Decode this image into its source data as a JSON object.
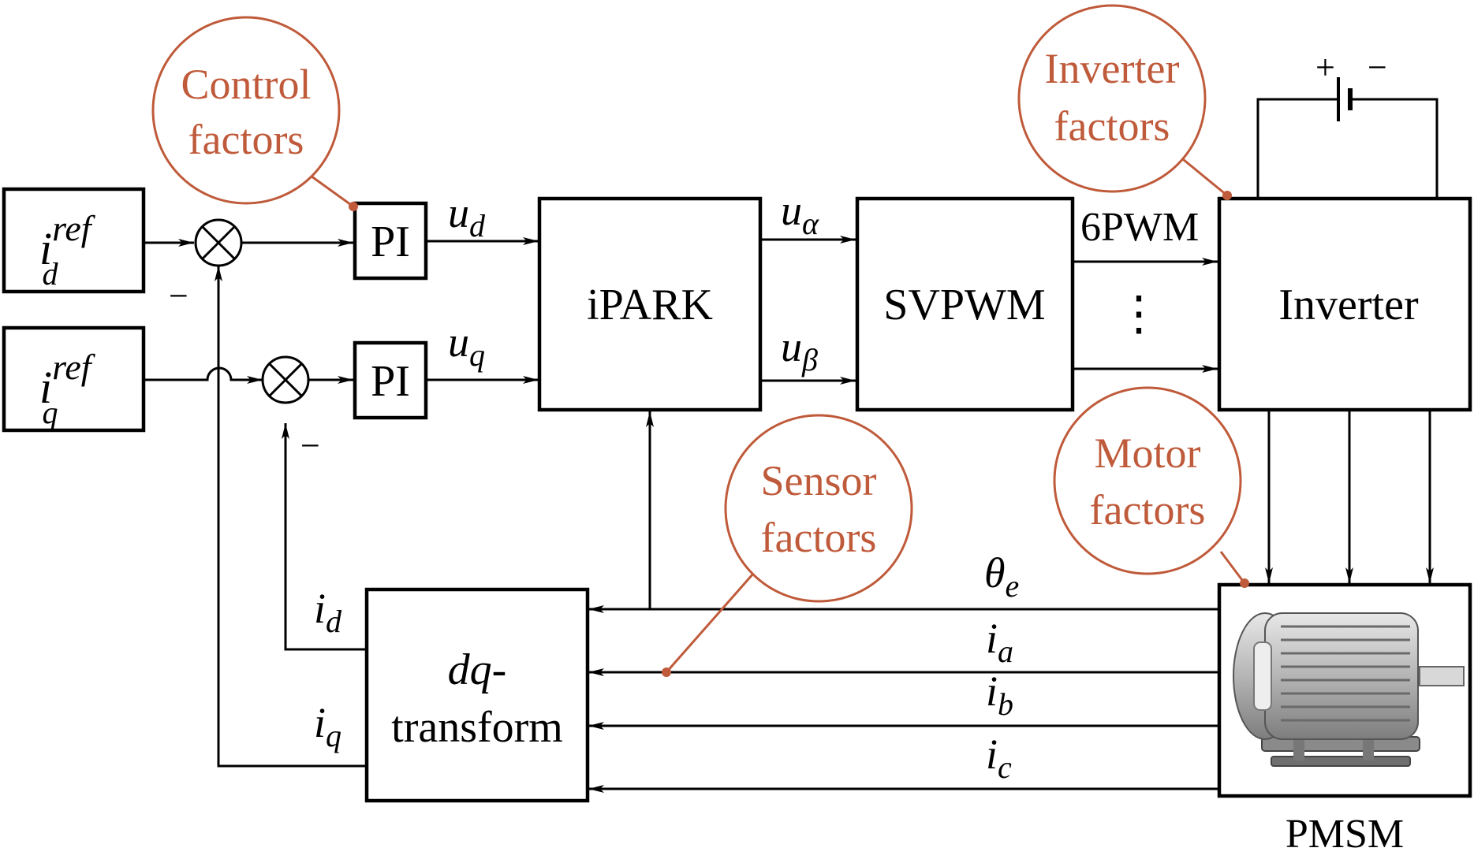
{
  "callouts": {
    "control": [
      "Control",
      "factors"
    ],
    "inverter": [
      "Inverter",
      "factors"
    ],
    "sensor": [
      "Sensor",
      "factors"
    ],
    "motor": [
      "Motor",
      "factors"
    ]
  },
  "blocks": {
    "pi": "PI",
    "ipark": "iPARK",
    "svpwm": "SVPWM",
    "inverter": "Inverter",
    "dq_line1": "dq-",
    "dq_line2": "transform",
    "pmsm": "PMSM"
  },
  "signals": {
    "id_ref": {
      "base": "i",
      "sub": "d",
      "sup": "ref"
    },
    "iq_ref": {
      "base": "i",
      "sub": "q",
      "sup": "ref"
    },
    "ud": {
      "base": "u",
      "sub": "d"
    },
    "uq": {
      "base": "u",
      "sub": "q"
    },
    "ualpha": {
      "base": "u",
      "sub": "α"
    },
    "ubeta": {
      "base": "u",
      "sub": "β"
    },
    "pwm": "6PWM",
    "dots": "⋮",
    "theta": {
      "base": "θ",
      "sub": "e"
    },
    "ia": {
      "base": "i",
      "sub": "a"
    },
    "ib": {
      "base": "i",
      "sub": "b"
    },
    "ic": {
      "base": "i",
      "sub": "c"
    },
    "id": {
      "base": "i",
      "sub": "d"
    },
    "iq": {
      "base": "i",
      "sub": "q"
    },
    "minus": "−",
    "plus": "+"
  },
  "colors": {
    "accent": "#bf5a3a",
    "line": "#000000"
  },
  "icons": {
    "motor": "motor-icon",
    "battery": "battery-icon",
    "summer": "summing-junction-icon"
  }
}
